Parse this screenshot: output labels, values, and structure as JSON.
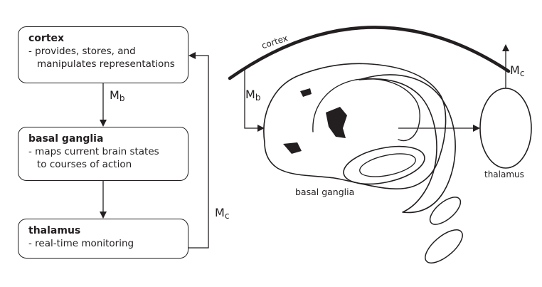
{
  "flowchart": {
    "cortex": {
      "title": "cortex",
      "desc_line1": "- provides, stores, and",
      "desc_line2": "manipulates representations"
    },
    "basal_ganglia": {
      "title": "basal ganglia",
      "desc_line1": "- maps current brain states",
      "desc_line2": "to courses of action"
    },
    "thalamus": {
      "title": "thalamus",
      "desc_line1": "- real-time monitoring"
    },
    "mb_label": {
      "main": "M",
      "sub": "b"
    },
    "mc_label": {
      "main": "M",
      "sub": "c"
    }
  },
  "brain": {
    "cortex_label": "cortex",
    "basal_ganglia_label": "basal ganglia",
    "thalamus_label": "thalamus",
    "mb_label": {
      "main": "M",
      "sub": "b"
    },
    "mc_label": {
      "main": "M",
      "sub": "c"
    }
  }
}
